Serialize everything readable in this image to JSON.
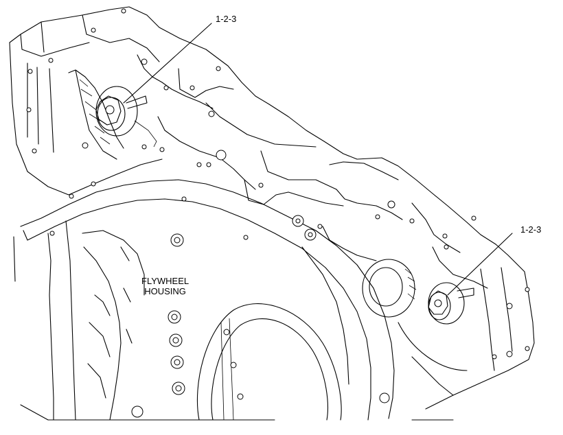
{
  "diagram": {
    "callouts": [
      {
        "label": "1-2-3"
      },
      {
        "label": "1-2-3"
      }
    ],
    "part_label_lines": [
      "FLYWHEEL",
      "HOUSING"
    ]
  }
}
